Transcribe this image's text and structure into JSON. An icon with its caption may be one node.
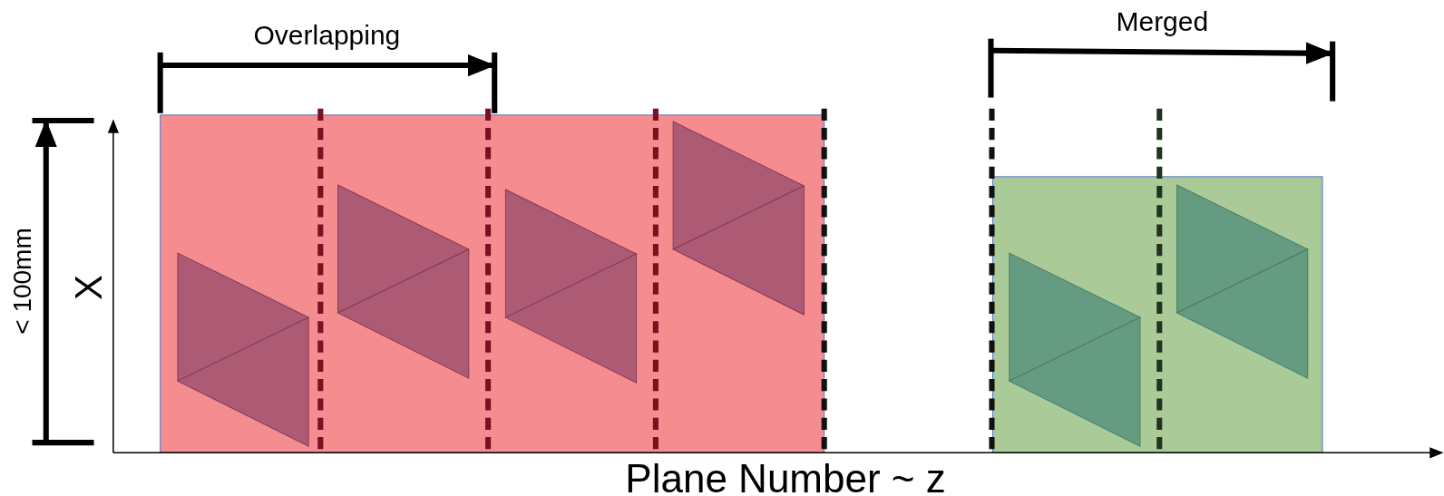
{
  "diagram": {
    "labels": [
      "Overlapping",
      "Merged",
      "< 100mm",
      "X",
      "Plane Number ~ z"
    ]
  }
}
